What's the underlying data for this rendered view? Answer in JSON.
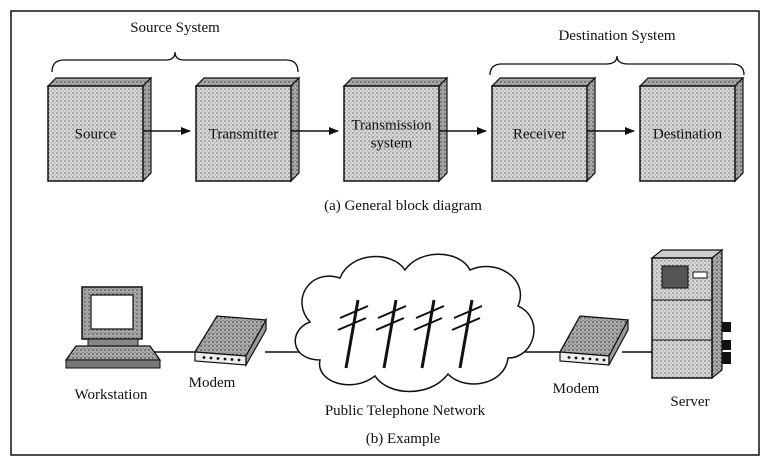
{
  "part_a": {
    "source_system_label": "Source System",
    "destination_system_label": "Destination System",
    "blocks": [
      "Source",
      "Transmitter",
      [
        "Transmission",
        "system"
      ],
      "Receiver",
      "Destination"
    ],
    "caption": "(a) General block diagram"
  },
  "part_b": {
    "workstation_label": "Workstation",
    "modem_left_label": "Modem",
    "network_label": "Public Telephone Network",
    "modem_right_label": "Modem",
    "server_label": "Server",
    "caption": "(b) Example"
  }
}
